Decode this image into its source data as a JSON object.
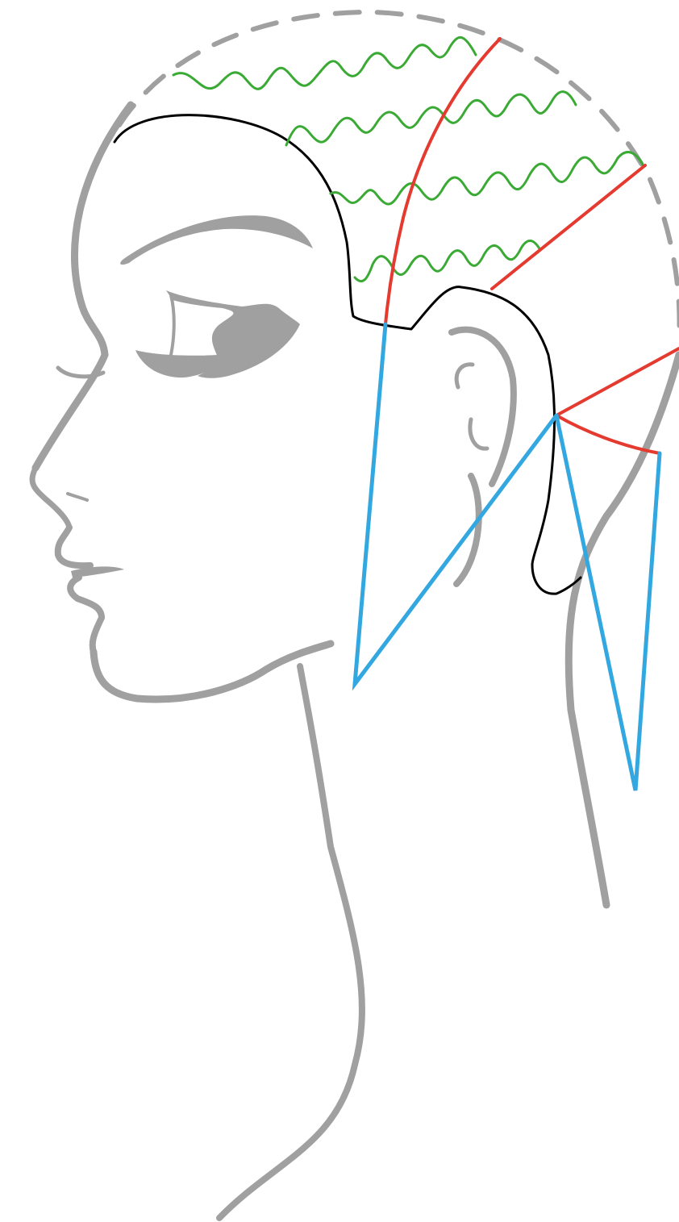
{
  "figure": {
    "subject": "head-profile-left-facing",
    "colors": {
      "background": "#ffffff",
      "head_outline": "#a0a0a0",
      "skull_guide": "#a0a0a0",
      "hairline": "#000000",
      "wave_lines": "#3aaa35",
      "red_lines": "#e53a2f",
      "blue_lines": "#33a8e0"
    },
    "wave_line_count": 4,
    "red_line_count": 4,
    "blue_triangle_count": 2
  }
}
